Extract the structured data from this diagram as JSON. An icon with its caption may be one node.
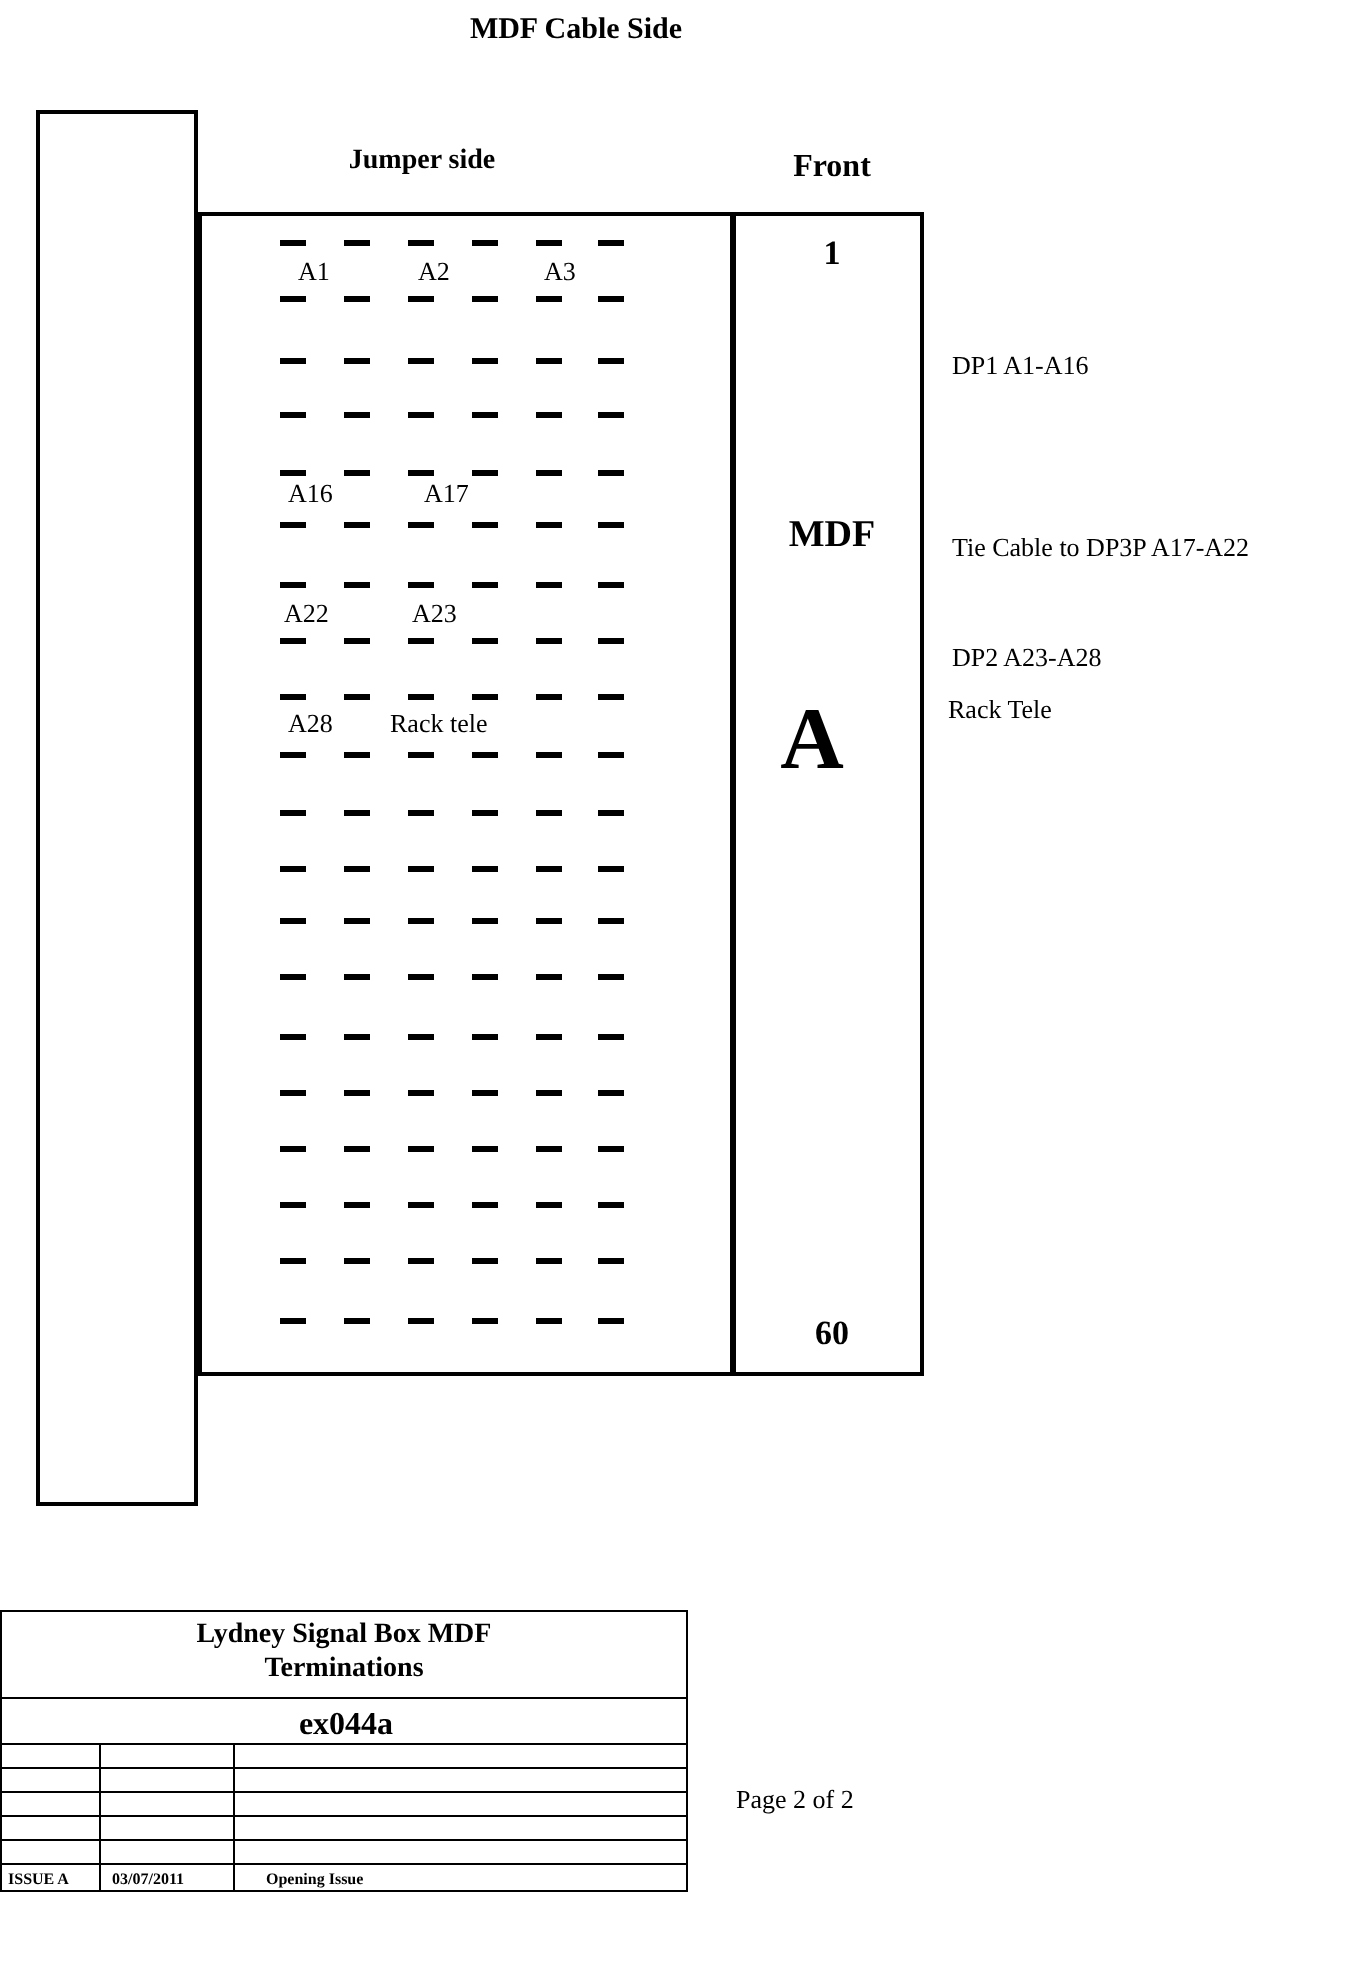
{
  "diagram": {
    "title": "MDF Cable Side",
    "nodes": [
      {
        "text": [],
        "shape": "box"
      },
      {
        "text": [
          "Jumper side",
          "A1",
          "A2",
          "A3",
          "A16",
          "A17",
          "A22",
          "A23",
          "A28",
          "Rack tele"
        ]
      },
      {
        "text": [
          "Front",
          "1",
          "MDF",
          "A",
          "60"
        ]
      },
      {
        "text": [
          "Lydney Signal Box MDF Terminations",
          "ex044a",
          "ISSUE A",
          "03/07/2011",
          "Opening Issue"
        ]
      }
    ],
    "edges": [],
    "labels": [
      "DP1 A1-A16",
      "Tie Cable to DP3P  A17-A22",
      "DP2 A23-A28",
      "Rack Tele",
      "Page 2 of 2"
    ]
  }
}
